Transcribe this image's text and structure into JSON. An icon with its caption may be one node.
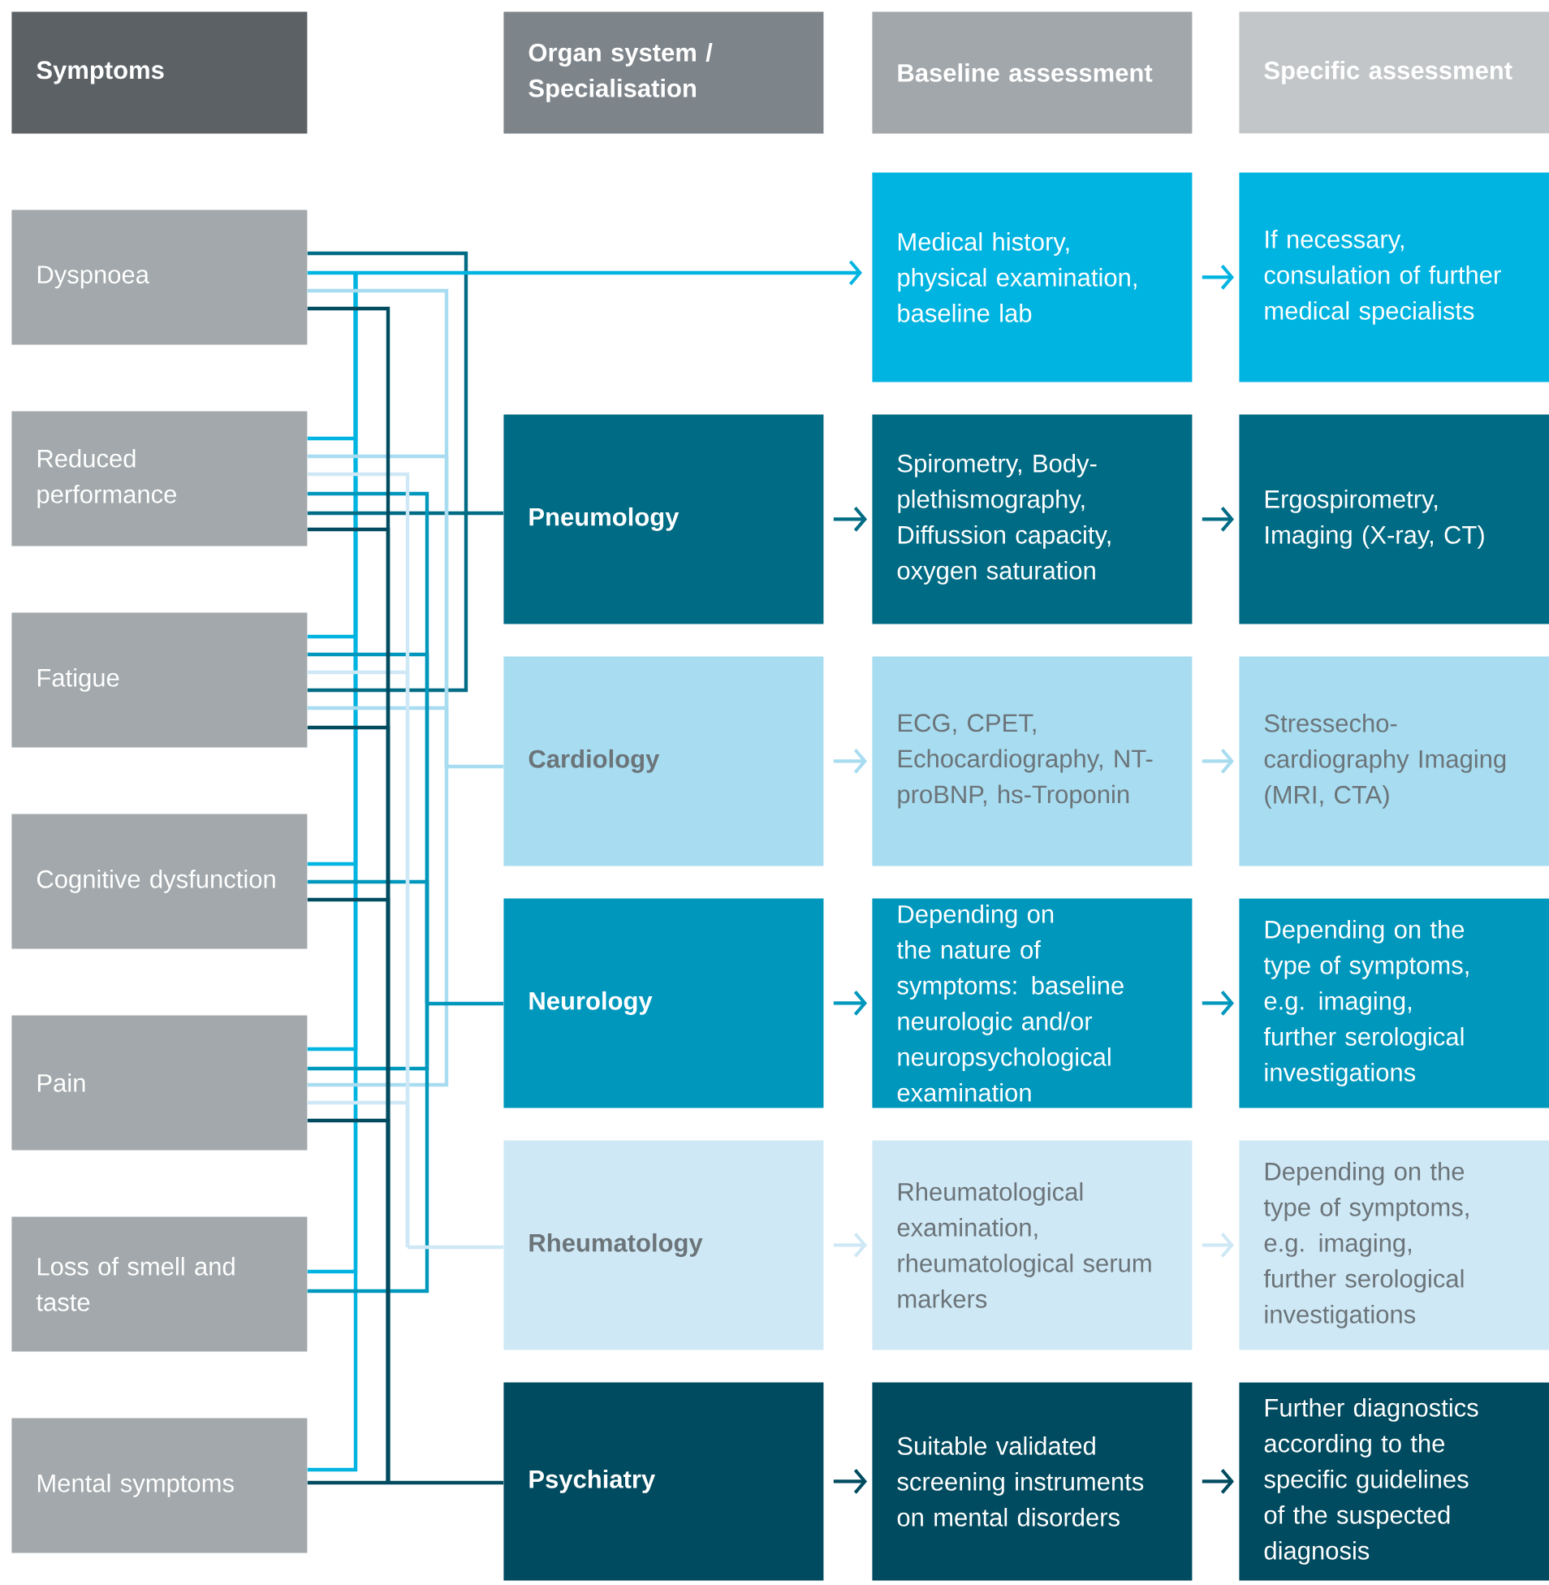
{
  "diagram": {
    "nodes": [
      {
        "text": [
          "Symptoms"
        ]
      },
      {
        "text": [
          "Organ system / Specialisation"
        ]
      },
      {
        "text": [
          "Baseline assessment"
        ]
      },
      {
        "text": [
          "Specific assessment"
        ]
      },
      {
        "text": [
          "Dyspnoea"
        ]
      },
      {
        "text": [
          "Reduced performance"
        ]
      },
      {
        "text": [
          "Fatigue"
        ]
      },
      {
        "text": [
          "Cognitive dysfunction"
        ]
      },
      {
        "text": [
          "Pain"
        ]
      },
      {
        "text": [
          "Loss of smell and taste"
        ]
      },
      {
        "text": [
          "Mental symptoms"
        ]
      },
      {
        "text": [
          "Medical history, physical examination, baseline lab"
        ]
      },
      {
        "text": [
          "If necessary, consulation of further medical specialists"
        ]
      },
      {
        "text": [
          "Pneumology"
        ]
      },
      {
        "text": [
          "Spirometry, Body-plethismography, Diffussion capacity, oxygen saturation"
        ]
      },
      {
        "text": [
          "Ergospirometry, Imaging (X-ray, CT)"
        ]
      },
      {
        "text": [
          "Cardiology"
        ]
      },
      {
        "text": [
          "ECG, CPET, Echocardiography, NT-proBNP, hs-Troponin"
        ]
      },
      {
        "text": [
          "Stressecho-cardiography Imaging (MRI, CTA)"
        ]
      },
      {
        "text": [
          "Neurology"
        ]
      },
      {
        "text": [
          "Depending on the nature of symptoms: baseline neurologic and/or neuropsychological examination"
        ]
      },
      {
        "text": [
          "Depending on the type of symptoms, e.g. imaging, further serological investigations"
        ]
      },
      {
        "text": [
          "Rheumatology"
        ]
      },
      {
        "text": [
          "Rheumatological examination, rheumatological serum markers"
        ]
      },
      {
        "text": [
          "Depending on the type of symptoms, e.g. imaging, further serological investigations"
        ]
      },
      {
        "text": [
          "Psychiatry"
        ]
      },
      {
        "text": [
          "Suitable validated screening instruments on mental disorders"
        ]
      },
      {
        "text": [
          "Further diagnostics according to the specific guidelines of the suspected diagnosis"
        ]
      }
    ],
    "edges": [
      {
        "from": 4,
        "to": 11,
        "arrow": "to",
        "color": "#00b4e1"
      },
      {
        "from": 5,
        "to": 11,
        "arrow": "to",
        "color": "#00b4e1"
      },
      {
        "from": 6,
        "to": 11,
        "arrow": "to",
        "color": "#00b4e1"
      },
      {
        "from": 7,
        "to": 11,
        "arrow": "to",
        "color": "#00b4e1"
      },
      {
        "from": 8,
        "to": 11,
        "arrow": "to",
        "color": "#00b4e1"
      },
      {
        "from": 9,
        "to": 11,
        "arrow": "to",
        "color": "#00b4e1"
      },
      {
        "from": 10,
        "to": 11,
        "arrow": "to",
        "color": "#00b4e1"
      },
      {
        "from": 4,
        "to": 13,
        "arrow": "none",
        "color": "#006b84"
      },
      {
        "from": 5,
        "to": 13,
        "arrow": "none",
        "color": "#006b84"
      },
      {
        "from": 6,
        "to": 13,
        "arrow": "none",
        "color": "#006b84"
      },
      {
        "from": 4,
        "to": 16,
        "arrow": "none",
        "color": "#a8dcf0"
      },
      {
        "from": 5,
        "to": 16,
        "arrow": "none",
        "color": "#a8dcf0"
      },
      {
        "from": 6,
        "to": 16,
        "arrow": "none",
        "color": "#a8dcf0"
      },
      {
        "from": 8,
        "to": 16,
        "arrow": "none",
        "color": "#a8dcf0"
      },
      {
        "from": 5,
        "to": 19,
        "arrow": "none",
        "color": "#0097bd"
      },
      {
        "from": 6,
        "to": 19,
        "arrow": "none",
        "color": "#0097bd"
      },
      {
        "from": 7,
        "to": 19,
        "arrow": "none",
        "color": "#0097bd"
      },
      {
        "from": 8,
        "to": 19,
        "arrow": "none",
        "color": "#0097bd"
      },
      {
        "from": 9,
        "to": 19,
        "arrow": "none",
        "color": "#0097bd"
      },
      {
        "from": 5,
        "to": 22,
        "arrow": "none",
        "color": "#cfe8f5"
      },
      {
        "from": 6,
        "to": 22,
        "arrow": "none",
        "color": "#cfe8f5"
      },
      {
        "from": 8,
        "to": 22,
        "arrow": "none",
        "color": "#cfe8f5"
      },
      {
        "from": 4,
        "to": 25,
        "arrow": "none",
        "color": "#004b5f"
      },
      {
        "from": 5,
        "to": 25,
        "arrow": "none",
        "color": "#004b5f"
      },
      {
        "from": 6,
        "to": 25,
        "arrow": "none",
        "color": "#004b5f"
      },
      {
        "from": 7,
        "to": 25,
        "arrow": "none",
        "color": "#004b5f"
      },
      {
        "from": 8,
        "to": 25,
        "arrow": "none",
        "color": "#004b5f"
      },
      {
        "from": 10,
        "to": 25,
        "arrow": "none",
        "color": "#004b5f"
      },
      {
        "from": 11,
        "to": 12,
        "arrow": "to",
        "color": "#00b4e1"
      },
      {
        "from": 13,
        "to": 14,
        "arrow": "to",
        "color": "#006b84"
      },
      {
        "from": 14,
        "to": 15,
        "arrow": "to",
        "color": "#006b84"
      },
      {
        "from": 16,
        "to": 17,
        "arrow": "to",
        "color": "#a8dcf0"
      },
      {
        "from": 17,
        "to": 18,
        "arrow": "to",
        "color": "#a8dcf0"
      },
      {
        "from": 19,
        "to": 20,
        "arrow": "to",
        "color": "#0097bd"
      },
      {
        "from": 20,
        "to": 21,
        "arrow": "to",
        "color": "#0097bd"
      },
      {
        "from": 22,
        "to": 23,
        "arrow": "to",
        "color": "#cfe8f5"
      },
      {
        "from": 23,
        "to": 24,
        "arrow": "to",
        "color": "#cfe8f5"
      },
      {
        "from": 25,
        "to": 26,
        "arrow": "to",
        "color": "#004b5f"
      },
      {
        "from": 26,
        "to": 27,
        "arrow": "to",
        "color": "#004b5f"
      }
    ]
  }
}
